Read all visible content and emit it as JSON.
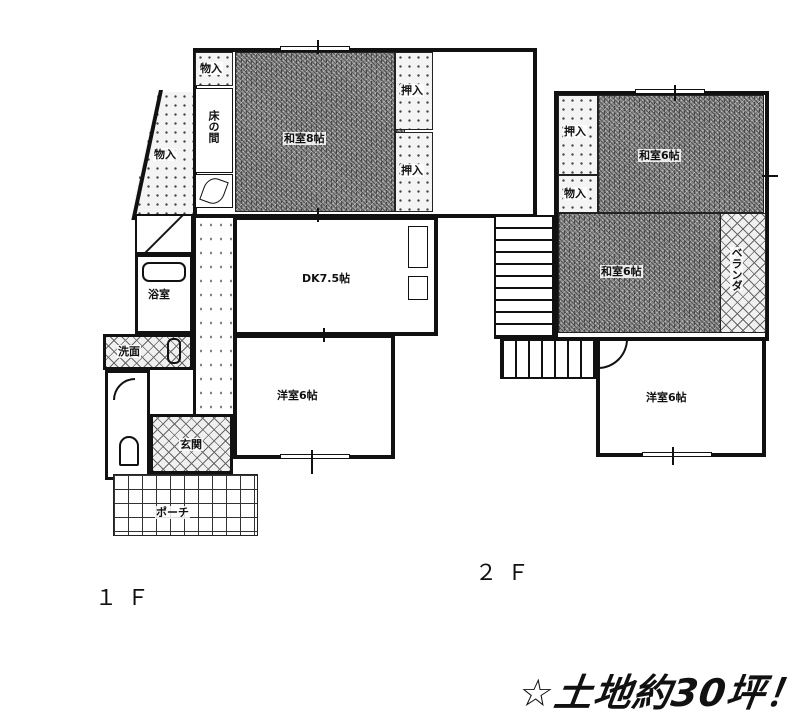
{
  "floors": {
    "first": {
      "label": "１Ｆ",
      "rooms": {
        "washitsu": "和室8帖",
        "storage_top": "物入",
        "tokonoma": "床の間",
        "oshiire_1": "押入",
        "oshiire_2": "押入",
        "storage_left": "物入",
        "dk": "DK7.5帖",
        "bathroom": "浴室",
        "washroom": "洗面",
        "entrance": "玄関",
        "porch": "ポーチ",
        "western": "洋室6帖"
      }
    },
    "second": {
      "label": "２Ｆ",
      "rooms": {
        "oshiire": "押入",
        "storage": "物入",
        "washitsu_a": "和室6帖",
        "washitsu_b": "和室6帖",
        "veranda": "ベランダ",
        "western": "洋室6帖"
      }
    }
  },
  "slogan": "☆土地約30坪！",
  "colors": {
    "wall": "#111111",
    "background": "#ffffff",
    "tatami": "#8a8a8a"
  }
}
